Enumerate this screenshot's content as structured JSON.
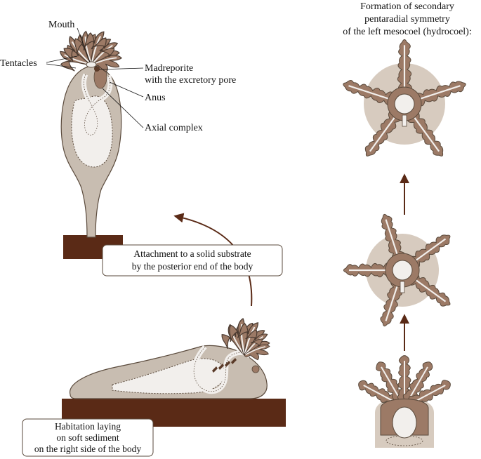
{
  "labels": {
    "mouth": "Mouth",
    "tentacles": "Tentacles",
    "madreporite": [
      "Madreporite",
      "with the excretory pore"
    ],
    "anus": "Anus",
    "axial_complex": "Axial complex"
  },
  "title_right": [
    "Formation of secondary",
    "pentaradial symmetry",
    "of the left mesocoel (hydrocoel):"
  ],
  "box_attachment": [
    "Attachment to a solid substrate",
    "by the posterior end of the body"
  ],
  "box_habitation": [
    "Habitation laying",
    "on soft sediment",
    "on the right side of the body"
  ],
  "colors": {
    "body": "#c8bdb1",
    "outline": "#5a4a3c",
    "tentacle": "#9c7a66",
    "substrate": "#5a2a16",
    "disc": "#d7cbbf",
    "inner": "#f2efec",
    "arrow": "#5a2a16"
  }
}
